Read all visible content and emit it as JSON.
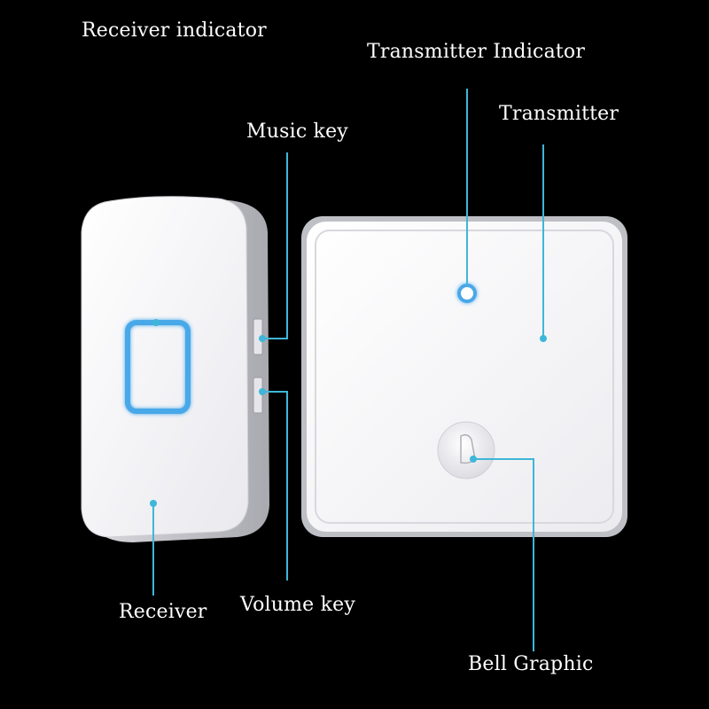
{
  "labels": {
    "receiver_indicator": "Receiver indicator",
    "transmitter_indicator": "Transmitter Indicator",
    "music_key": "Music key",
    "transmitter": "Transmitter",
    "receiver": "Receiver",
    "volume_key": "Volume key",
    "bell_graphic": "Bell Graphic"
  },
  "colors": {
    "background": "#000000",
    "callout": "#3fb6d9",
    "indicator": "#4aa8e8",
    "device_body": "#f4f4f6"
  }
}
